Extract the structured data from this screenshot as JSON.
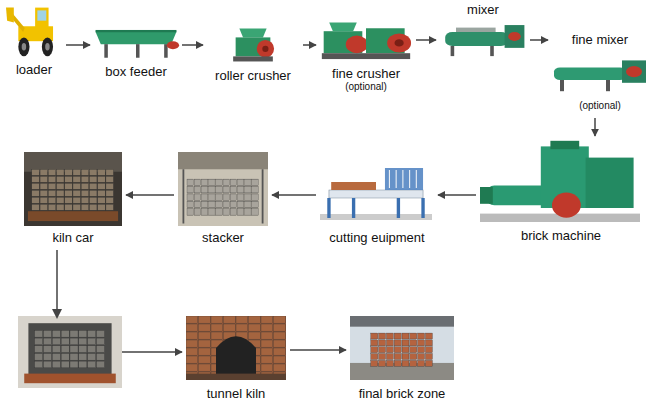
{
  "diagram": {
    "nodes": [
      {
        "text": [
          "loader"
        ]
      },
      {
        "text": [
          "box feeder"
        ]
      },
      {
        "text": [
          "roller crusher"
        ]
      },
      {
        "text": [
          "fine crusher",
          "(optional)"
        ]
      },
      {
        "text": [
          "mixer"
        ]
      },
      {
        "text": [
          "fine mixer",
          "(optional)"
        ]
      },
      {
        "text": [
          "brick machine"
        ]
      },
      {
        "text": [
          "cutting euipment"
        ]
      },
      {
        "text": [
          "stacker"
        ]
      },
      {
        "text": [
          "kiln car"
        ]
      },
      {
        "text": [
          "tunnel kiln"
        ]
      },
      {
        "text": [
          "final brick zone"
        ]
      }
    ],
    "edges": [
      {
        "from": 0,
        "to": 1,
        "arrow": "to"
      },
      {
        "from": 1,
        "to": 2,
        "arrow": "to"
      },
      {
        "from": 2,
        "to": 3,
        "arrow": "to"
      },
      {
        "from": 3,
        "to": 4,
        "arrow": "to"
      },
      {
        "from": 4,
        "to": 5,
        "arrow": "to"
      },
      {
        "from": 5,
        "to": 6,
        "arrow": "to"
      },
      {
        "from": 6,
        "to": 7,
        "arrow": "to"
      },
      {
        "from": 7,
        "to": 8,
        "arrow": "to"
      },
      {
        "from": 8,
        "to": 9,
        "arrow": "to"
      },
      {
        "from": 9,
        "to": 10,
        "arrow": "to"
      },
      {
        "from": 10,
        "to": 11,
        "arrow": "to"
      }
    ]
  }
}
